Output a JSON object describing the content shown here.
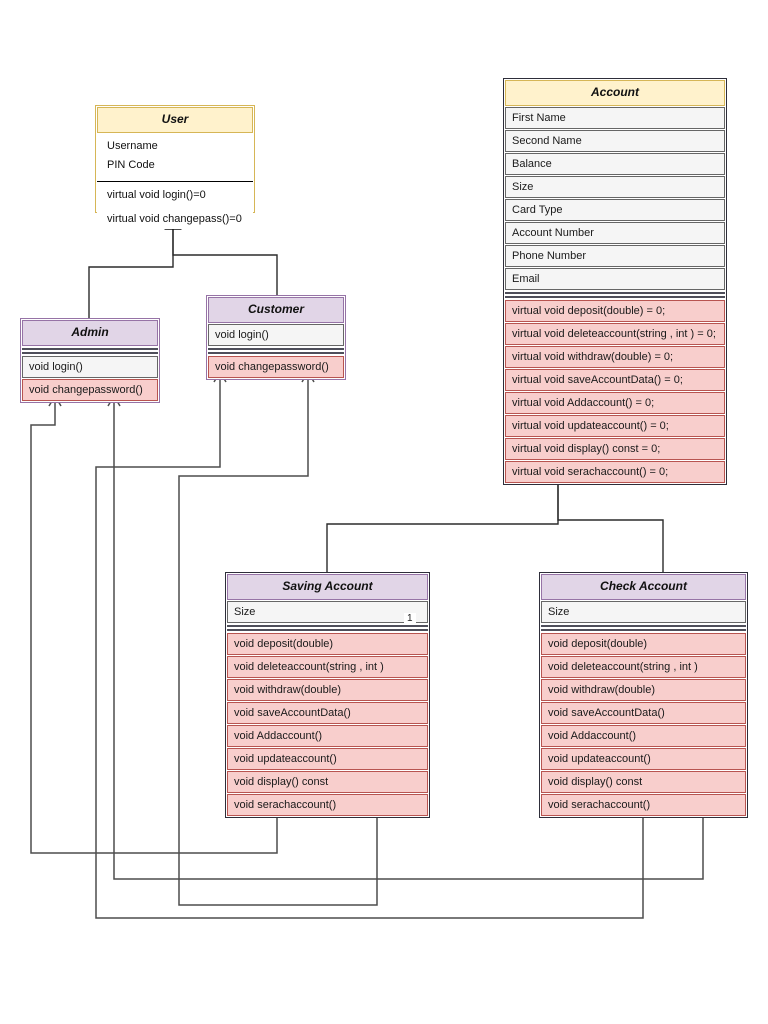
{
  "colors": {
    "yellow_fill": "#FFF2CC",
    "yellow_stroke": "#D6B656",
    "purple_fill": "#E1D5E7",
    "purple_stroke": "#9673A6",
    "gray_fill": "#F5F5F5",
    "gray_stroke": "#666666",
    "pink_fill": "#F8CECC",
    "pink_stroke": "#B85450",
    "line": "#3d3d3d"
  },
  "labels": {
    "multiplicity": "1"
  },
  "classes": {
    "user": {
      "name": "User",
      "attributes": [
        "Username",
        "PIN Code"
      ],
      "methods": [
        "virtual void login()=0",
        "virtual void changepass()=0"
      ]
    },
    "admin": {
      "name": "Admin",
      "methods": [
        "void login()",
        "void changepassword()"
      ]
    },
    "customer": {
      "name": "Customer",
      "methods": [
        "void login()",
        "void changepassword()"
      ]
    },
    "account": {
      "name": "Account",
      "attributes": [
        "First Name",
        "Second Name",
        "Balance",
        "Size",
        "Card Type",
        "Account Number",
        "Phone Number",
        "Email"
      ],
      "methods": [
        "virtual void deposit(double) = 0;",
        "virtual void deleteaccount(string , int ) = 0;",
        "virtual void withdraw(double) = 0;",
        "virtual void saveAccountData() = 0;",
        "virtual void Addaccount() = 0;",
        "virtual void updateaccount() = 0;",
        "virtual void display() const = 0;",
        "virtual void serachaccount() = 0;"
      ]
    },
    "saving": {
      "name": "Saving Account",
      "attributes": [
        "Size"
      ],
      "methods": [
        "void deposit(double)",
        "void deleteaccount(string , int )",
        "void withdraw(double)",
        "void saveAccountData()",
        "void Addaccount()",
        "void updateaccount()",
        "void display() const",
        "void serachaccount()"
      ]
    },
    "check": {
      "name": "Check Account",
      "attributes": [
        "Size"
      ],
      "methods": [
        "void deposit(double)",
        "void deleteaccount(string , int )",
        "void withdraw(double)",
        "void saveAccountData()",
        "void Addaccount()",
        "void updateaccount()",
        "void display() const",
        "void serachaccount()"
      ]
    }
  },
  "relationships": [
    {
      "type": "generalization",
      "from": "Admin",
      "to": "User"
    },
    {
      "type": "generalization",
      "from": "Customer",
      "to": "User"
    },
    {
      "type": "generalization",
      "from": "Saving Account",
      "to": "Account"
    },
    {
      "type": "generalization",
      "from": "Check Account",
      "to": "Account"
    },
    {
      "type": "aggregation",
      "from": "Saving Account",
      "to": "Admin"
    },
    {
      "type": "aggregation",
      "from": "Saving Account",
      "to": "Customer",
      "multiplicity": "1"
    },
    {
      "type": "aggregation",
      "from": "Check Account",
      "to": "Admin"
    },
    {
      "type": "aggregation",
      "from": "Check Account",
      "to": "Customer"
    }
  ]
}
